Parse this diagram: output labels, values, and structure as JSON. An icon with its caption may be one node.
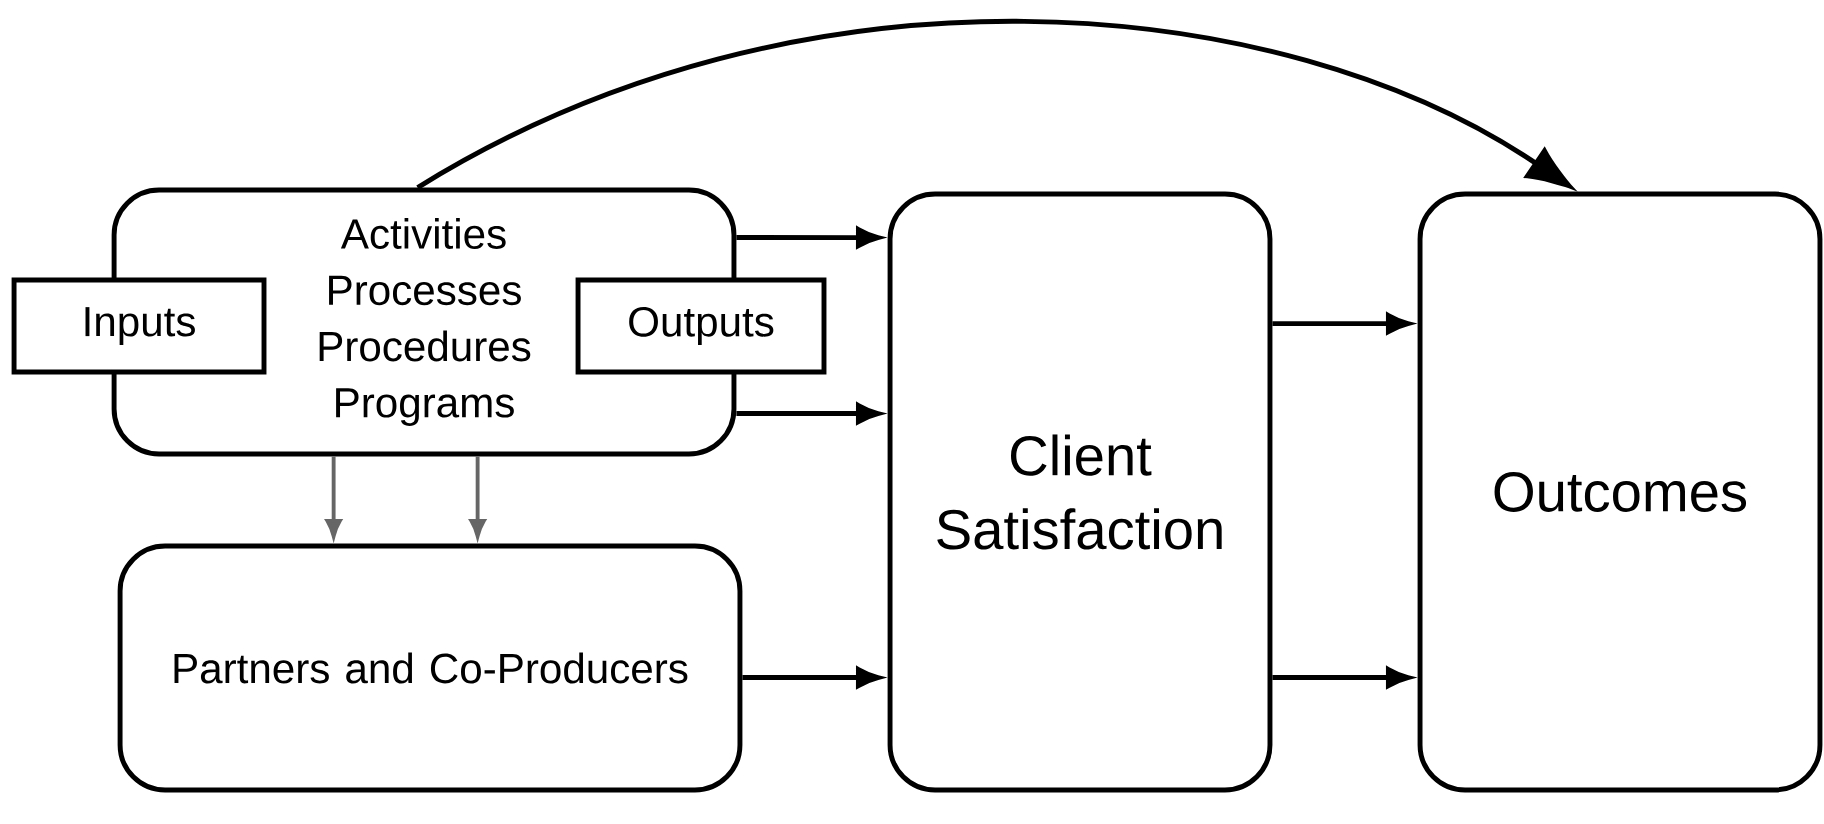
{
  "diagram": {
    "nodes": [
      {
        "text": [
          "Activities Processes Procedures Programs"
        ]
      },
      {
        "text": [
          "Inputs"
        ]
      },
      {
        "text": [
          "Outputs"
        ]
      },
      {
        "text": [
          "Partners and Co-Producers"
        ]
      },
      {
        "text": [
          "Client Satisfaction"
        ]
      },
      {
        "text": [
          "Outcomes"
        ]
      }
    ],
    "edges": [
      {
        "from": 0,
        "to": 4,
        "arrow": "to"
      },
      {
        "from": 0,
        "to": 4,
        "arrow": "to"
      },
      {
        "from": 0,
        "to": 3,
        "arrow": "to",
        "color": "#666666"
      },
      {
        "from": 0,
        "to": 3,
        "arrow": "to",
        "color": "#666666"
      },
      {
        "from": 3,
        "to": 4,
        "arrow": "to"
      },
      {
        "from": 4,
        "to": 5,
        "arrow": "to"
      },
      {
        "from": 4,
        "to": 5,
        "arrow": "to"
      },
      {
        "from": 0,
        "to": 5,
        "arrow": "to"
      }
    ]
  }
}
